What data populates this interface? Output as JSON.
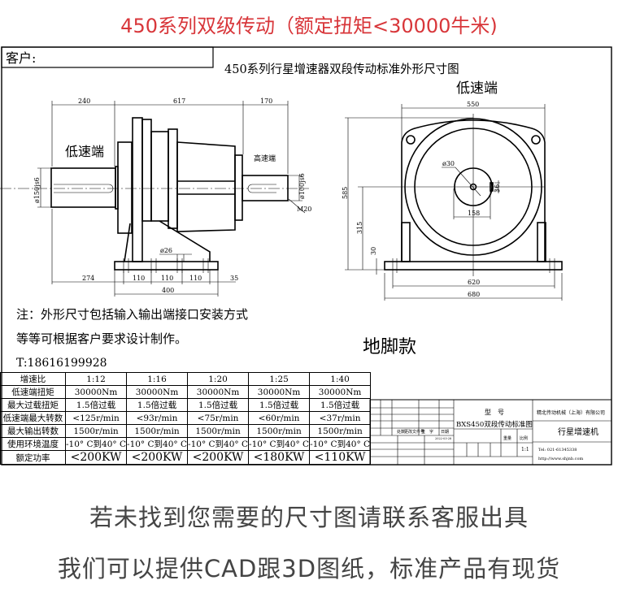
{
  "header": {
    "title": "450系列双级传动（额定扭矩<30000牛米)"
  },
  "drawing": {
    "customer_label": "客户:",
    "title": "450系列行星增速器双段传动标准外形尺寸图",
    "side_view": {
      "low_speed_label": "低速端",
      "high_speed_label": "高速端",
      "dims": {
        "d240": "240",
        "d617": "617",
        "d170": "170",
        "d274": "274",
        "d110a": "110",
        "d110b": "110",
        "d110c": "110",
        "d35": "35",
        "d400": "400",
        "hole": "ø26",
        "shaft_low": "ø150js6",
        "shaft_high": "ø100js6",
        "thread": "M20"
      }
    },
    "front_view": {
      "low_speed_label": "低速端",
      "dims": {
        "d550": "550",
        "d585": "585",
        "d315": "315",
        "d30": "30",
        "d620": "620",
        "d680": "680",
        "d158": "158",
        "bore": "ø30",
        "key": "36"
      }
    },
    "notes": [
      "注：外形尺寸包括输入输出端接口安装方式",
      "等等可根据客户要求设计制作。"
    ],
    "phone": "T:18616199928",
    "mount_type": "地脚款"
  },
  "spec_table": {
    "header": [
      "增速比",
      "1:12",
      "1:16",
      "1:20",
      "1:25",
      "1:40"
    ],
    "rows": [
      [
        "低速端扭矩",
        "30000Nm",
        "30000Nm",
        "30000Nm",
        "30000Nm",
        "30000Nm"
      ],
      [
        "最大过载扭矩",
        "1.5倍过载",
        "1.5倍过载",
        "1.5倍过载",
        "1.5倍过载",
        "1.5倍过载"
      ],
      [
        "低速端最大转数",
        "<125r/min",
        "<93r/min",
        "<75r/min",
        "<60r/min",
        "<37r/min"
      ],
      [
        "最大输出转数",
        "1500r/min",
        "1500r/min",
        "1500r/min",
        "1500r/min",
        "1500r/min"
      ],
      [
        "使用环境温度",
        "-10° C到40° C",
        "-10° C到40° C",
        "-10° C到40° C",
        "-10° C到40° C",
        "-10° C到40° C"
      ],
      [
        "额定功率",
        "<200KW",
        "<200KW",
        "<200KW",
        "<180KW",
        "<110KW"
      ]
    ]
  },
  "title_block": {
    "model_label": "型　号",
    "drawing_name": "BXS450双段传动标准图",
    "weight_label": "重量",
    "scale_label": "比例",
    "scale": "1:1",
    "rev_headers": [
      "处数",
      "更改文件号",
      "签　字",
      "日期"
    ],
    "date": "2022-03-28",
    "company": "精北传动机械（上海）有限公司",
    "product": "行星增速机",
    "tel": "Tel: 021-61345338",
    "web": "http://www.shjnb.com"
  },
  "footer": {
    "line1": "若未找到您需要的尺寸图请联系客服出具",
    "line2": "我们可以提供CAD跟3D图纸，标准产品有现货"
  }
}
